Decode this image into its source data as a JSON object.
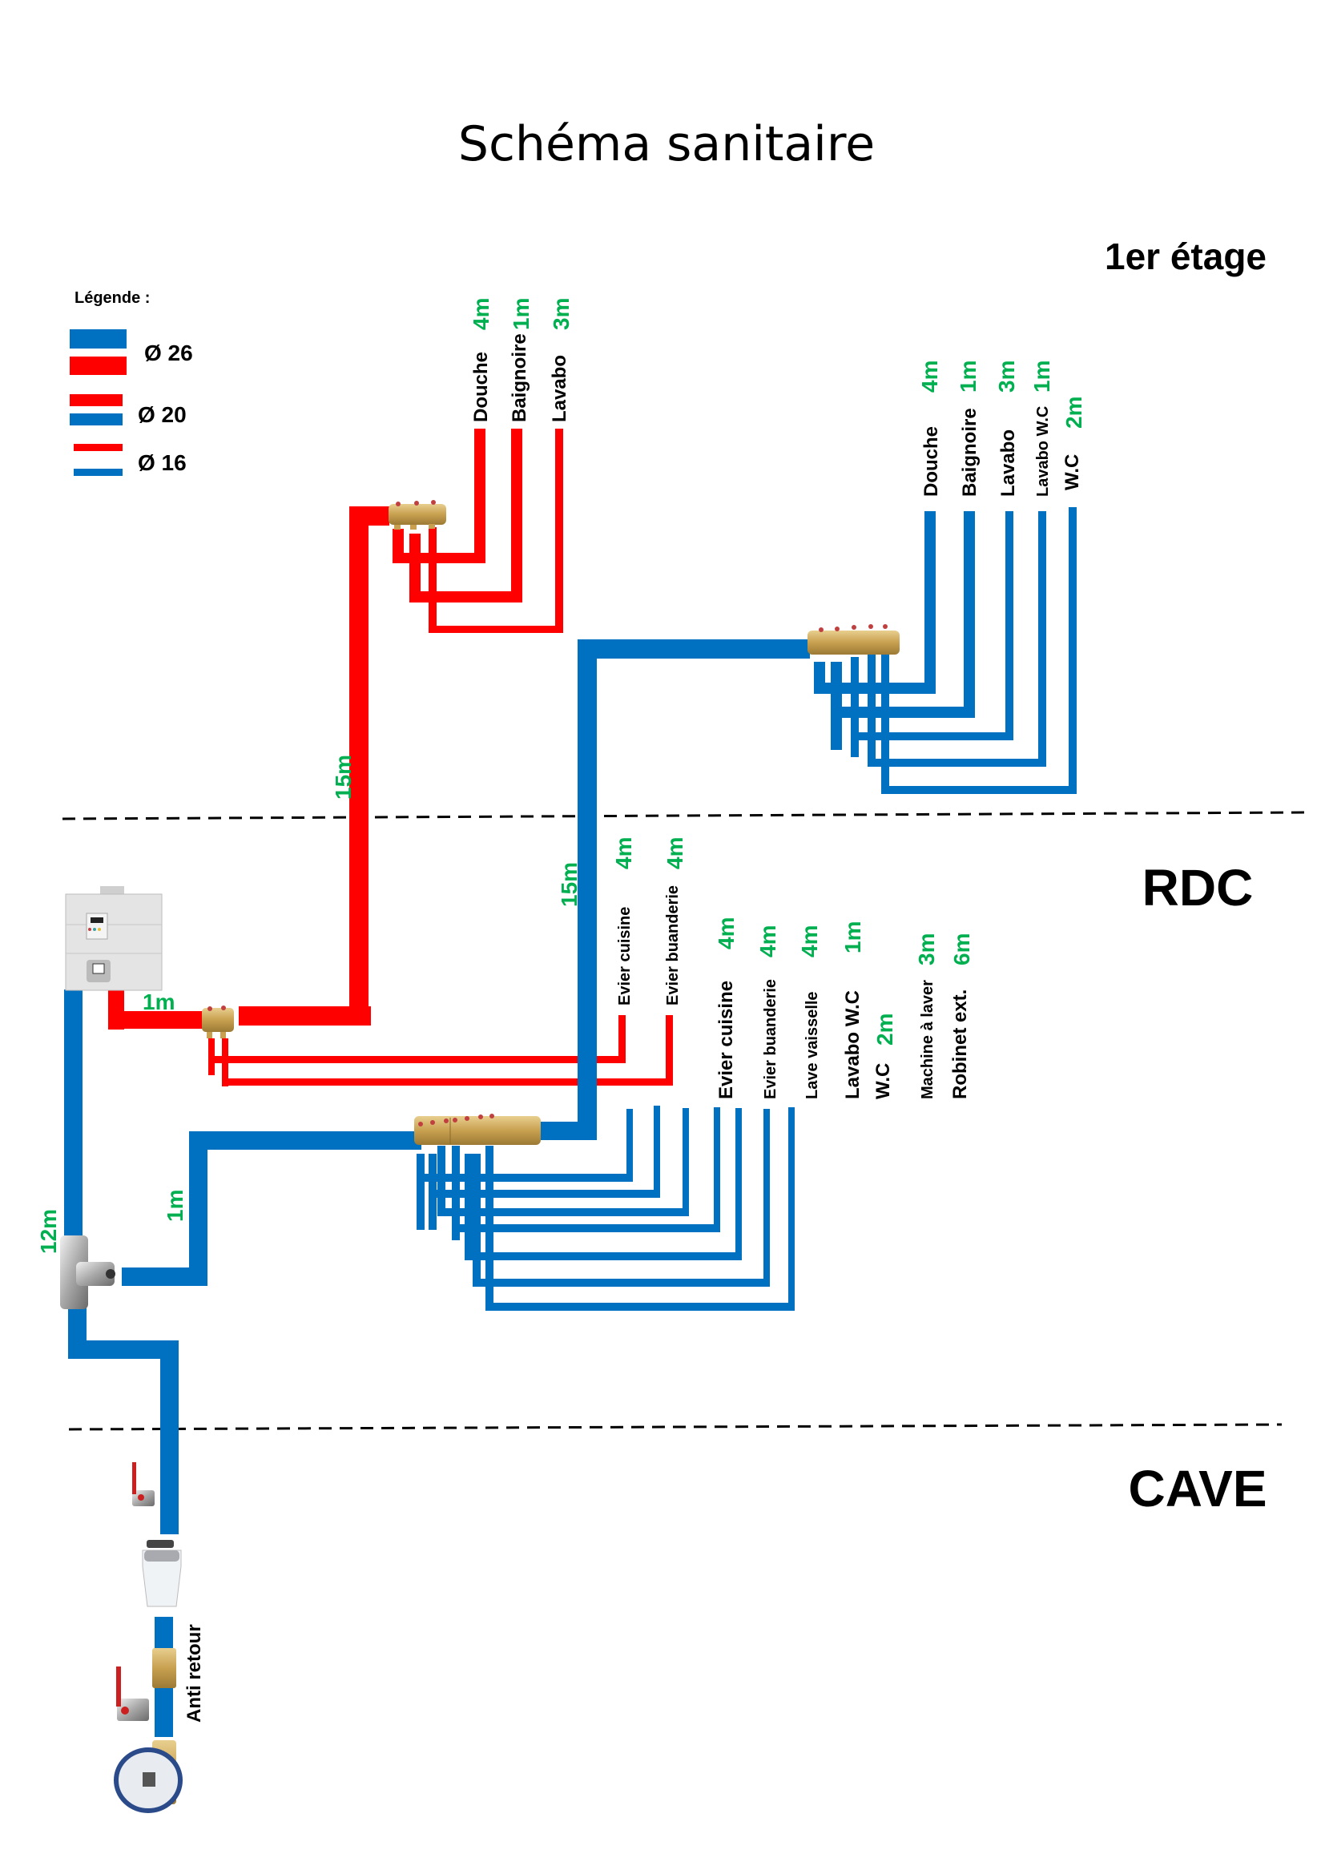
{
  "title": "Schéma sanitaire",
  "colors": {
    "cold_water": "#0070c0",
    "hot_water": "#ff0000",
    "length_label": "#00b050",
    "text": "#000000",
    "brass": "#c8a050"
  },
  "zones": [
    {
      "id": "etage",
      "label": "1er étage"
    },
    {
      "id": "rdc",
      "label": "RDC"
    },
    {
      "id": "cave",
      "label": "CAVE"
    }
  ],
  "legend": {
    "title": "Légende :",
    "items": [
      {
        "label": "Ø 26",
        "diameter_mm": 26
      },
      {
        "label": "Ø 20",
        "diameter_mm": 20
      },
      {
        "label": "Ø 16",
        "diameter_mm": 16
      }
    ]
  },
  "etage_hot": {
    "outlets": [
      {
        "name": "Douche",
        "length": "4m"
      },
      {
        "name": "Baignoire",
        "length": "1m"
      },
      {
        "name": "Lavabo",
        "length": "3m"
      }
    ]
  },
  "etage_cold": {
    "outlets": [
      {
        "name": "Douche",
        "length": "4m"
      },
      {
        "name": "Baignoire",
        "length": "1m"
      },
      {
        "name": "Lavabo",
        "length": "3m"
      },
      {
        "name": "Lavabo W.C",
        "length": "1m"
      },
      {
        "name": "W.C",
        "length": "2m"
      }
    ]
  },
  "rdc_hot": {
    "outlets": [
      {
        "name": "Evier cuisine",
        "length": "4m"
      },
      {
        "name": "Evier buanderie",
        "length": "4m"
      }
    ]
  },
  "rdc_cold": {
    "outlets": [
      {
        "name": "Evier cuisine",
        "length": "4m"
      },
      {
        "name": "Evier buanderie",
        "length": "4m"
      },
      {
        "name": "Lave vaisselle",
        "length": "4m"
      },
      {
        "name": "Lavabo W.C",
        "length": "1m"
      },
      {
        "name": "W.C",
        "length": "2m"
      },
      {
        "name": "Machine à laver",
        "length": "3m"
      },
      {
        "name": "Robinet ext.",
        "length": "6m"
      }
    ]
  },
  "runs": {
    "hot_riser": "15m",
    "cold_riser": "15m",
    "boiler_to_hot_manifold": "1m",
    "tee_to_cold_manifold": "1m",
    "cold_supply_to_boiler": "12m"
  },
  "components": {
    "anti_retour": "Anti retour"
  }
}
